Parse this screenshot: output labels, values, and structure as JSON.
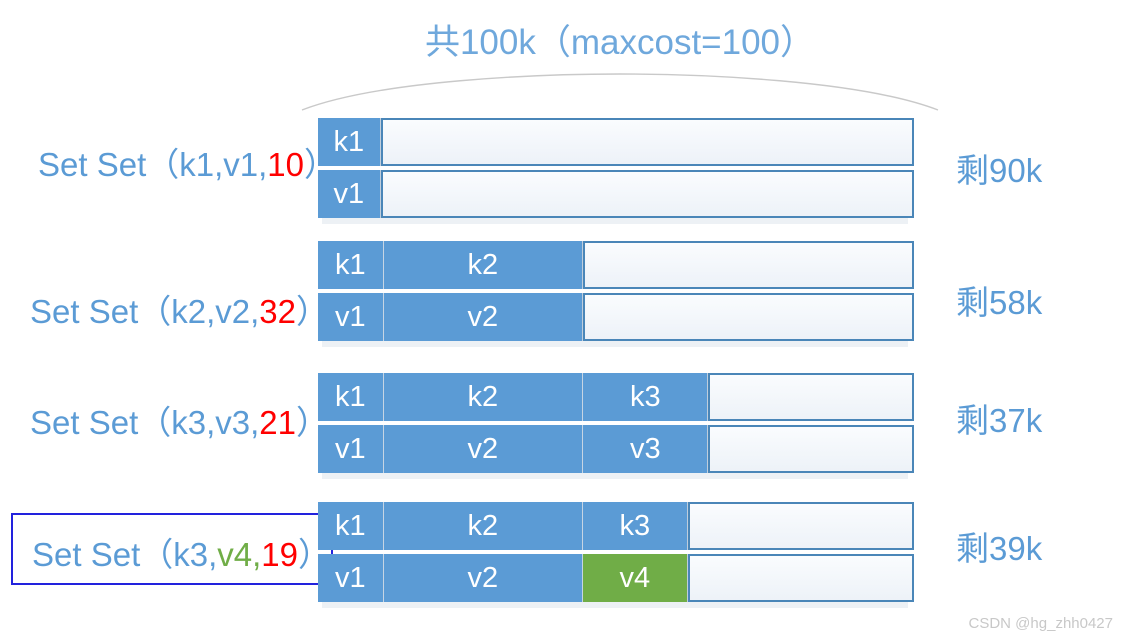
{
  "diagram": {
    "title": "共100k（maxcost=100）",
    "title_color": "#6FA8DC",
    "total_capacity_k": 100,
    "maxcost": 100,
    "watermark": "CSDN @hg_zhh0427",
    "colors": {
      "blue_fill": "#5B9BD5",
      "green_fill": "#70AD47",
      "text_blue": "#5B9BD5",
      "cost_red": "#FF0000",
      "outline_blue": "#4A86B8",
      "highlight_border": "#2222DD",
      "watermark_gray": "#C8C8C8"
    },
    "rows": [
      {
        "set_prefix": "Set（",
        "set_key": "k1",
        "set_value": "v1",
        "set_cost": "10",
        "set_suffix": "）",
        "value_is_green": false,
        "highlighted": false,
        "remaining_label": "剩90k",
        "key_segments": [
          {
            "label": "k1",
            "pct": 10.5,
            "green": false
          }
        ],
        "value_segments": [
          {
            "label": "v1",
            "pct": 10.5,
            "green": false
          }
        ]
      },
      {
        "set_prefix": "Set（",
        "set_key": "k2",
        "set_value": "v2",
        "set_cost": "32",
        "set_suffix": "）",
        "value_is_green": false,
        "highlighted": false,
        "remaining_label": "剩58k",
        "key_segments": [
          {
            "label": "k1",
            "pct": 11.0,
            "green": false
          },
          {
            "label": "k2",
            "pct": 33.5,
            "green": false
          }
        ],
        "value_segments": [
          {
            "label": "v1",
            "pct": 11.0,
            "green": false
          },
          {
            "label": "v2",
            "pct": 33.5,
            "green": false
          }
        ]
      },
      {
        "set_prefix": "Set（",
        "set_key": "k3",
        "set_value": "v3",
        "set_cost": "21",
        "set_suffix": "）",
        "value_is_green": false,
        "highlighted": false,
        "remaining_label": "剩37k",
        "key_segments": [
          {
            "label": "k1",
            "pct": 11.0,
            "green": false
          },
          {
            "label": "k2",
            "pct": 33.5,
            "green": false
          },
          {
            "label": "k3",
            "pct": 21.0,
            "green": false
          }
        ],
        "value_segments": [
          {
            "label": "v1",
            "pct": 11.0,
            "green": false
          },
          {
            "label": "v2",
            "pct": 33.5,
            "green": false
          },
          {
            "label": "v3",
            "pct": 21.0,
            "green": false
          }
        ]
      },
      {
        "set_prefix": "Set（",
        "set_key": "k3",
        "set_value": "v4",
        "set_cost": "19",
        "set_suffix": "）",
        "value_is_green": true,
        "highlighted": true,
        "remaining_label": "剩39k",
        "key_segments": [
          {
            "label": "k1",
            "pct": 11.0,
            "green": false
          },
          {
            "label": "k2",
            "pct": 33.5,
            "green": false
          },
          {
            "label": "k3",
            "pct": 17.5,
            "green": false
          }
        ],
        "value_segments": [
          {
            "label": "v1",
            "pct": 11.0,
            "green": false
          },
          {
            "label": "v2",
            "pct": 33.5,
            "green": false
          },
          {
            "label": "v4",
            "pct": 17.5,
            "green": true
          }
        ]
      }
    ]
  }
}
